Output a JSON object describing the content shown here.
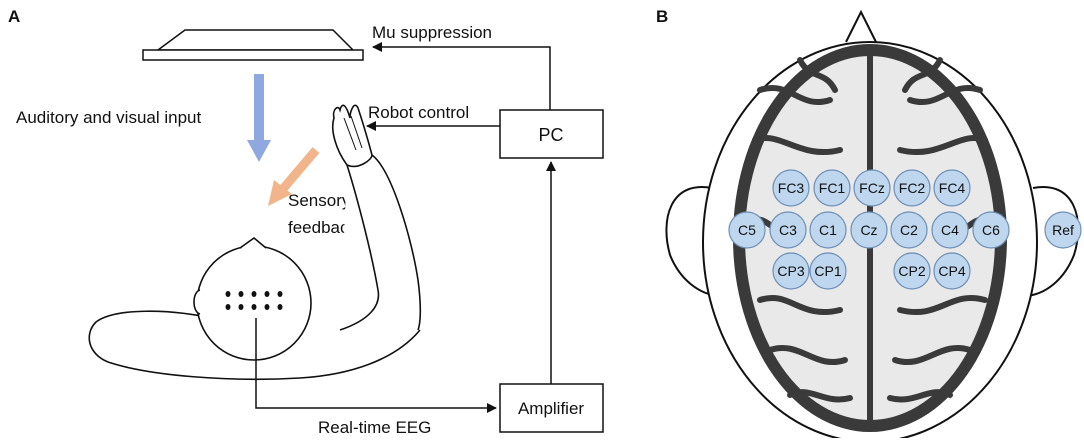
{
  "panel_a": {
    "label": "A",
    "feedback_label": "Mu suppression",
    "input_label": "Auditory and visual input",
    "robot_label": "Robot control",
    "sensory_line1": "Sensory",
    "sensory_line2": "feedback",
    "pc_label": "PC",
    "amplifier_label": "Amplifier",
    "eeg_label": "Real-time EEG",
    "colors": {
      "input_arrow": "#8FA8E0",
      "sensory_arrow": "#F2B48B"
    }
  },
  "panel_b": {
    "label": "B",
    "electrodes": [
      "FC3",
      "FC1",
      "FCz",
      "FC2",
      "FC4",
      "C5",
      "C3",
      "C1",
      "Cz",
      "C2",
      "C4",
      "C6",
      "CP3",
      "CP1",
      "CP2",
      "CP4",
      "Ref"
    ],
    "colors": {
      "electrode_fill": "#BFD7EE",
      "electrode_stroke": "#6E8FB5"
    }
  }
}
